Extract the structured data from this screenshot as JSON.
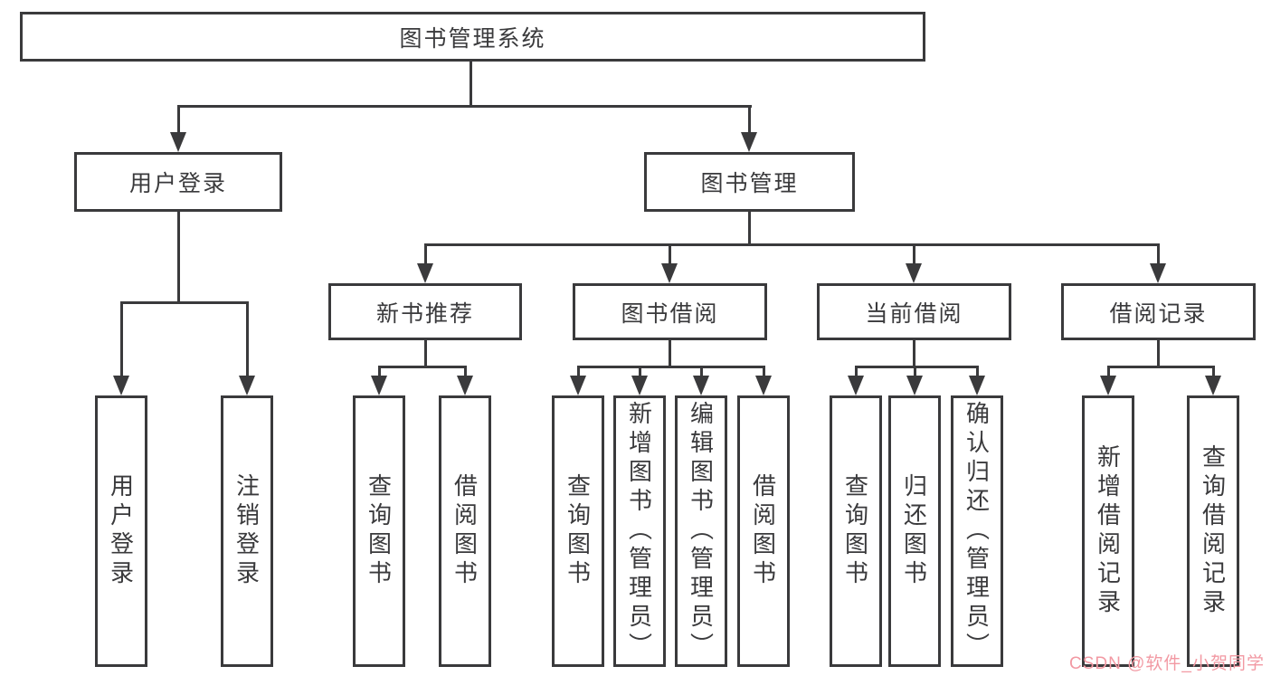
{
  "tree": {
    "root": "图书管理系统",
    "branches": [
      {
        "label": "用户登录",
        "children": [
          "用户登录",
          "注销登录"
        ]
      },
      {
        "label": "图书管理",
        "children": [
          {
            "label": "新书推荐",
            "children": [
              "查询图书",
              "借阅图书"
            ]
          },
          {
            "label": "图书借阅",
            "children": [
              "查询图书",
              "新增图书（管理员）",
              "编辑图书（管理员）",
              "借阅图书"
            ]
          },
          {
            "label": "当前借阅",
            "children": [
              "查询图书",
              "归还图书",
              "确认归还（管理员）"
            ]
          },
          {
            "label": "借阅记录",
            "children": [
              "新增借阅记录",
              "查询借阅记录"
            ]
          }
        ]
      }
    ]
  },
  "watermark": {
    "text": "CSDN @软件_小贺同学",
    "color": "#F299A3"
  },
  "colors": {
    "line": "#3a3a3c",
    "box_border": "#3a3a3c",
    "text": "#3a3a3c",
    "background": "#ffffff"
  }
}
